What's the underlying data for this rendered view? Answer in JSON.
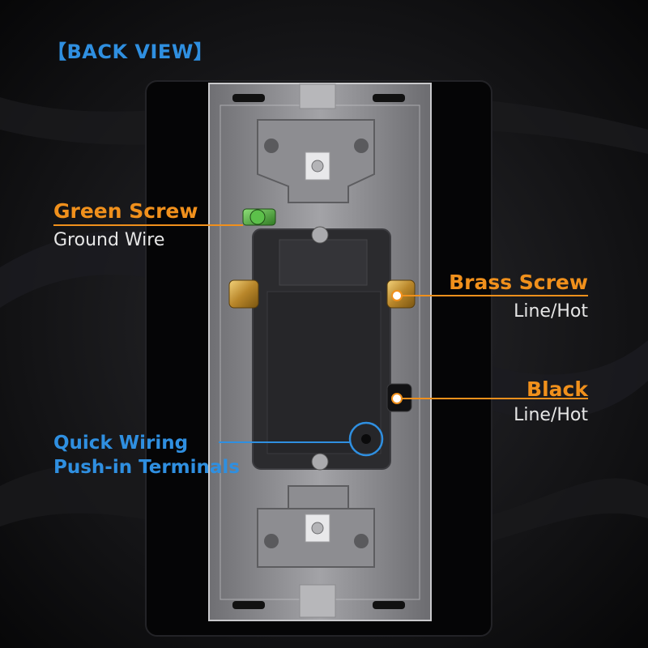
{
  "title": "【BACK VIEW】",
  "colors": {
    "accent_orange": "#f0901c",
    "accent_blue": "#2f8fe0",
    "background": "#0b0b0d",
    "label_white": "#e6e6e6"
  },
  "callouts": {
    "green_screw": {
      "heading": "Green Screw",
      "subtext": "Ground Wire"
    },
    "brass_screw": {
      "heading": "Brass Screw",
      "subtext": "Line/Hot"
    },
    "black": {
      "heading": "Black",
      "subtext": "Line/Hot"
    },
    "quick_wiring": {
      "heading": "Quick Wiring",
      "subtext": "Push-in Terminals"
    }
  }
}
